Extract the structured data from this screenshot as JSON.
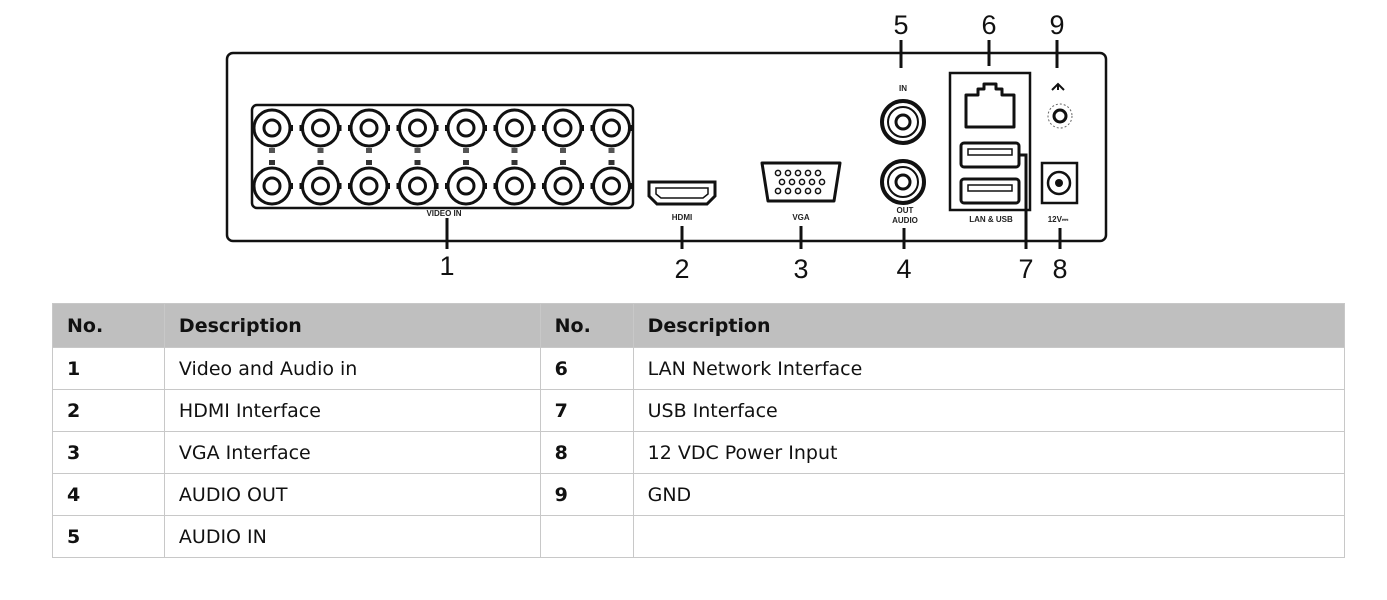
{
  "diagram": {
    "title": "Rear panel interfaces",
    "callouts": [
      "1",
      "2",
      "3",
      "4",
      "5",
      "6",
      "7",
      "8",
      "9"
    ],
    "panel_labels": {
      "video_in": "VIDEO IN",
      "hdmi": "HDMI",
      "vga": "VGA",
      "audio_in": "IN",
      "audio_out": "OUT",
      "audio": "AUDIO",
      "lan_usb": "LAN & USB",
      "power": "12V⎓"
    },
    "bnc_count": 16,
    "icons": [
      "bnc-connector-icon",
      "hdmi-port-icon",
      "vga-port-icon",
      "rca-jack-icon",
      "rj45-port-icon",
      "usb-port-icon",
      "dc-power-jack-icon",
      "ground-icon"
    ]
  },
  "table": {
    "headers": [
      "No.",
      "Description",
      "No.",
      "Description"
    ],
    "rows": [
      {
        "no1": "1",
        "desc1": "Video and Audio in",
        "no2": "6",
        "desc2": "LAN Network Interface"
      },
      {
        "no1": "2",
        "desc1": "HDMI Interface",
        "no2": "7",
        "desc2": "USB Interface"
      },
      {
        "no1": "3",
        "desc1": "VGA Interface",
        "no2": "8",
        "desc2": "12 VDC Power Input"
      },
      {
        "no1": "4",
        "desc1": "AUDIO OUT",
        "no2": "9",
        "desc2": "GND"
      },
      {
        "no1": "5",
        "desc1": "AUDIO IN",
        "no2": "",
        "desc2": ""
      }
    ],
    "header_color": "#bfbfbf",
    "border_color": "#c8c8c8"
  }
}
